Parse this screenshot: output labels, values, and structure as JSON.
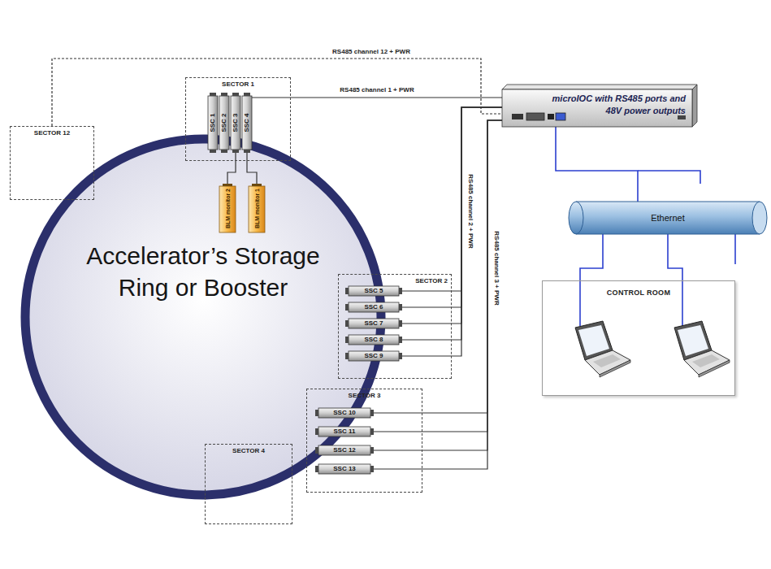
{
  "diagram": {
    "nodes": [
      {
        "text": [
          "SECTOR 12"
        ]
      },
      {
        "text": [
          "SECTOR 1"
        ]
      },
      {
        "text": [
          "SSC 1"
        ],
        "in": 1
      },
      {
        "text": [
          "SSC 2"
        ],
        "in": 1
      },
      {
        "text": [
          "SSC 3"
        ],
        "in": 1
      },
      {
        "text": [
          "SSC 4"
        ],
        "in": 1
      },
      {
        "text": [
          "BLM monitor 2"
        ]
      },
      {
        "text": [
          "BLM monitor 1"
        ]
      },
      {
        "text": [
          "microIOC with RS485 ports and 48V power outputs"
        ]
      },
      {
        "text": [
          "Accelerator’s Storage Ring or Booster"
        ]
      },
      {
        "text": [
          "Ethernet"
        ]
      },
      {
        "text": [
          "CONTROL ROOM"
        ]
      },
      {
        "text": [
          "SECTOR 2"
        ]
      },
      {
        "text": [
          "SSC 5"
        ],
        "in": 12
      },
      {
        "text": [
          "SSC 6"
        ],
        "in": 12
      },
      {
        "text": [
          "SSC 7"
        ],
        "in": 12
      },
      {
        "text": [
          "SSC 8"
        ],
        "in": 12
      },
      {
        "text": [
          "SSC 9"
        ],
        "in": 12
      },
      {
        "text": [
          "SECTOR 3"
        ]
      },
      {
        "text": [
          "SSC 10"
        ],
        "in": 18
      },
      {
        "text": [
          "SSC 11"
        ],
        "in": 18
      },
      {
        "text": [
          "SSC 12"
        ],
        "in": 18
      },
      {
        "text": [
          "SSC 13"
        ],
        "in": 18
      },
      {
        "text": [
          "SECTOR 4"
        ]
      }
    ],
    "edges": [
      {
        "from": 5,
        "to": 8,
        "arrow": "none",
        "label": "RS485 channel 1 + PWR"
      },
      {
        "from": 0,
        "to": 8,
        "arrow": "none",
        "label": "RS485 channel 12 + PWR"
      },
      {
        "from": 13,
        "to": 8,
        "arrow": "none",
        "label": "RS485 channel 2 + PWR"
      },
      {
        "from": 14,
        "to": 8,
        "arrow": "none"
      },
      {
        "from": 15,
        "to": 8,
        "arrow": "none"
      },
      {
        "from": 16,
        "to": 8,
        "arrow": "none"
      },
      {
        "from": 17,
        "to": 8,
        "arrow": "none"
      },
      {
        "from": 19,
        "to": 8,
        "arrow": "none",
        "label": "RS485 channel 3 + PWR"
      },
      {
        "from": 20,
        "to": 8,
        "arrow": "none"
      },
      {
        "from": 21,
        "to": 8,
        "arrow": "none"
      },
      {
        "from": 22,
        "to": 8,
        "arrow": "none"
      },
      {
        "from": 6,
        "to": 4,
        "arrow": "none"
      },
      {
        "from": 7,
        "to": 5,
        "arrow": "none"
      },
      {
        "from": 8,
        "to": 10,
        "arrow": "none"
      },
      {
        "from": 10,
        "to": 11,
        "arrow": "none"
      },
      {
        "from": 10,
        "to": 11,
        "arrow": "none"
      }
    ]
  }
}
